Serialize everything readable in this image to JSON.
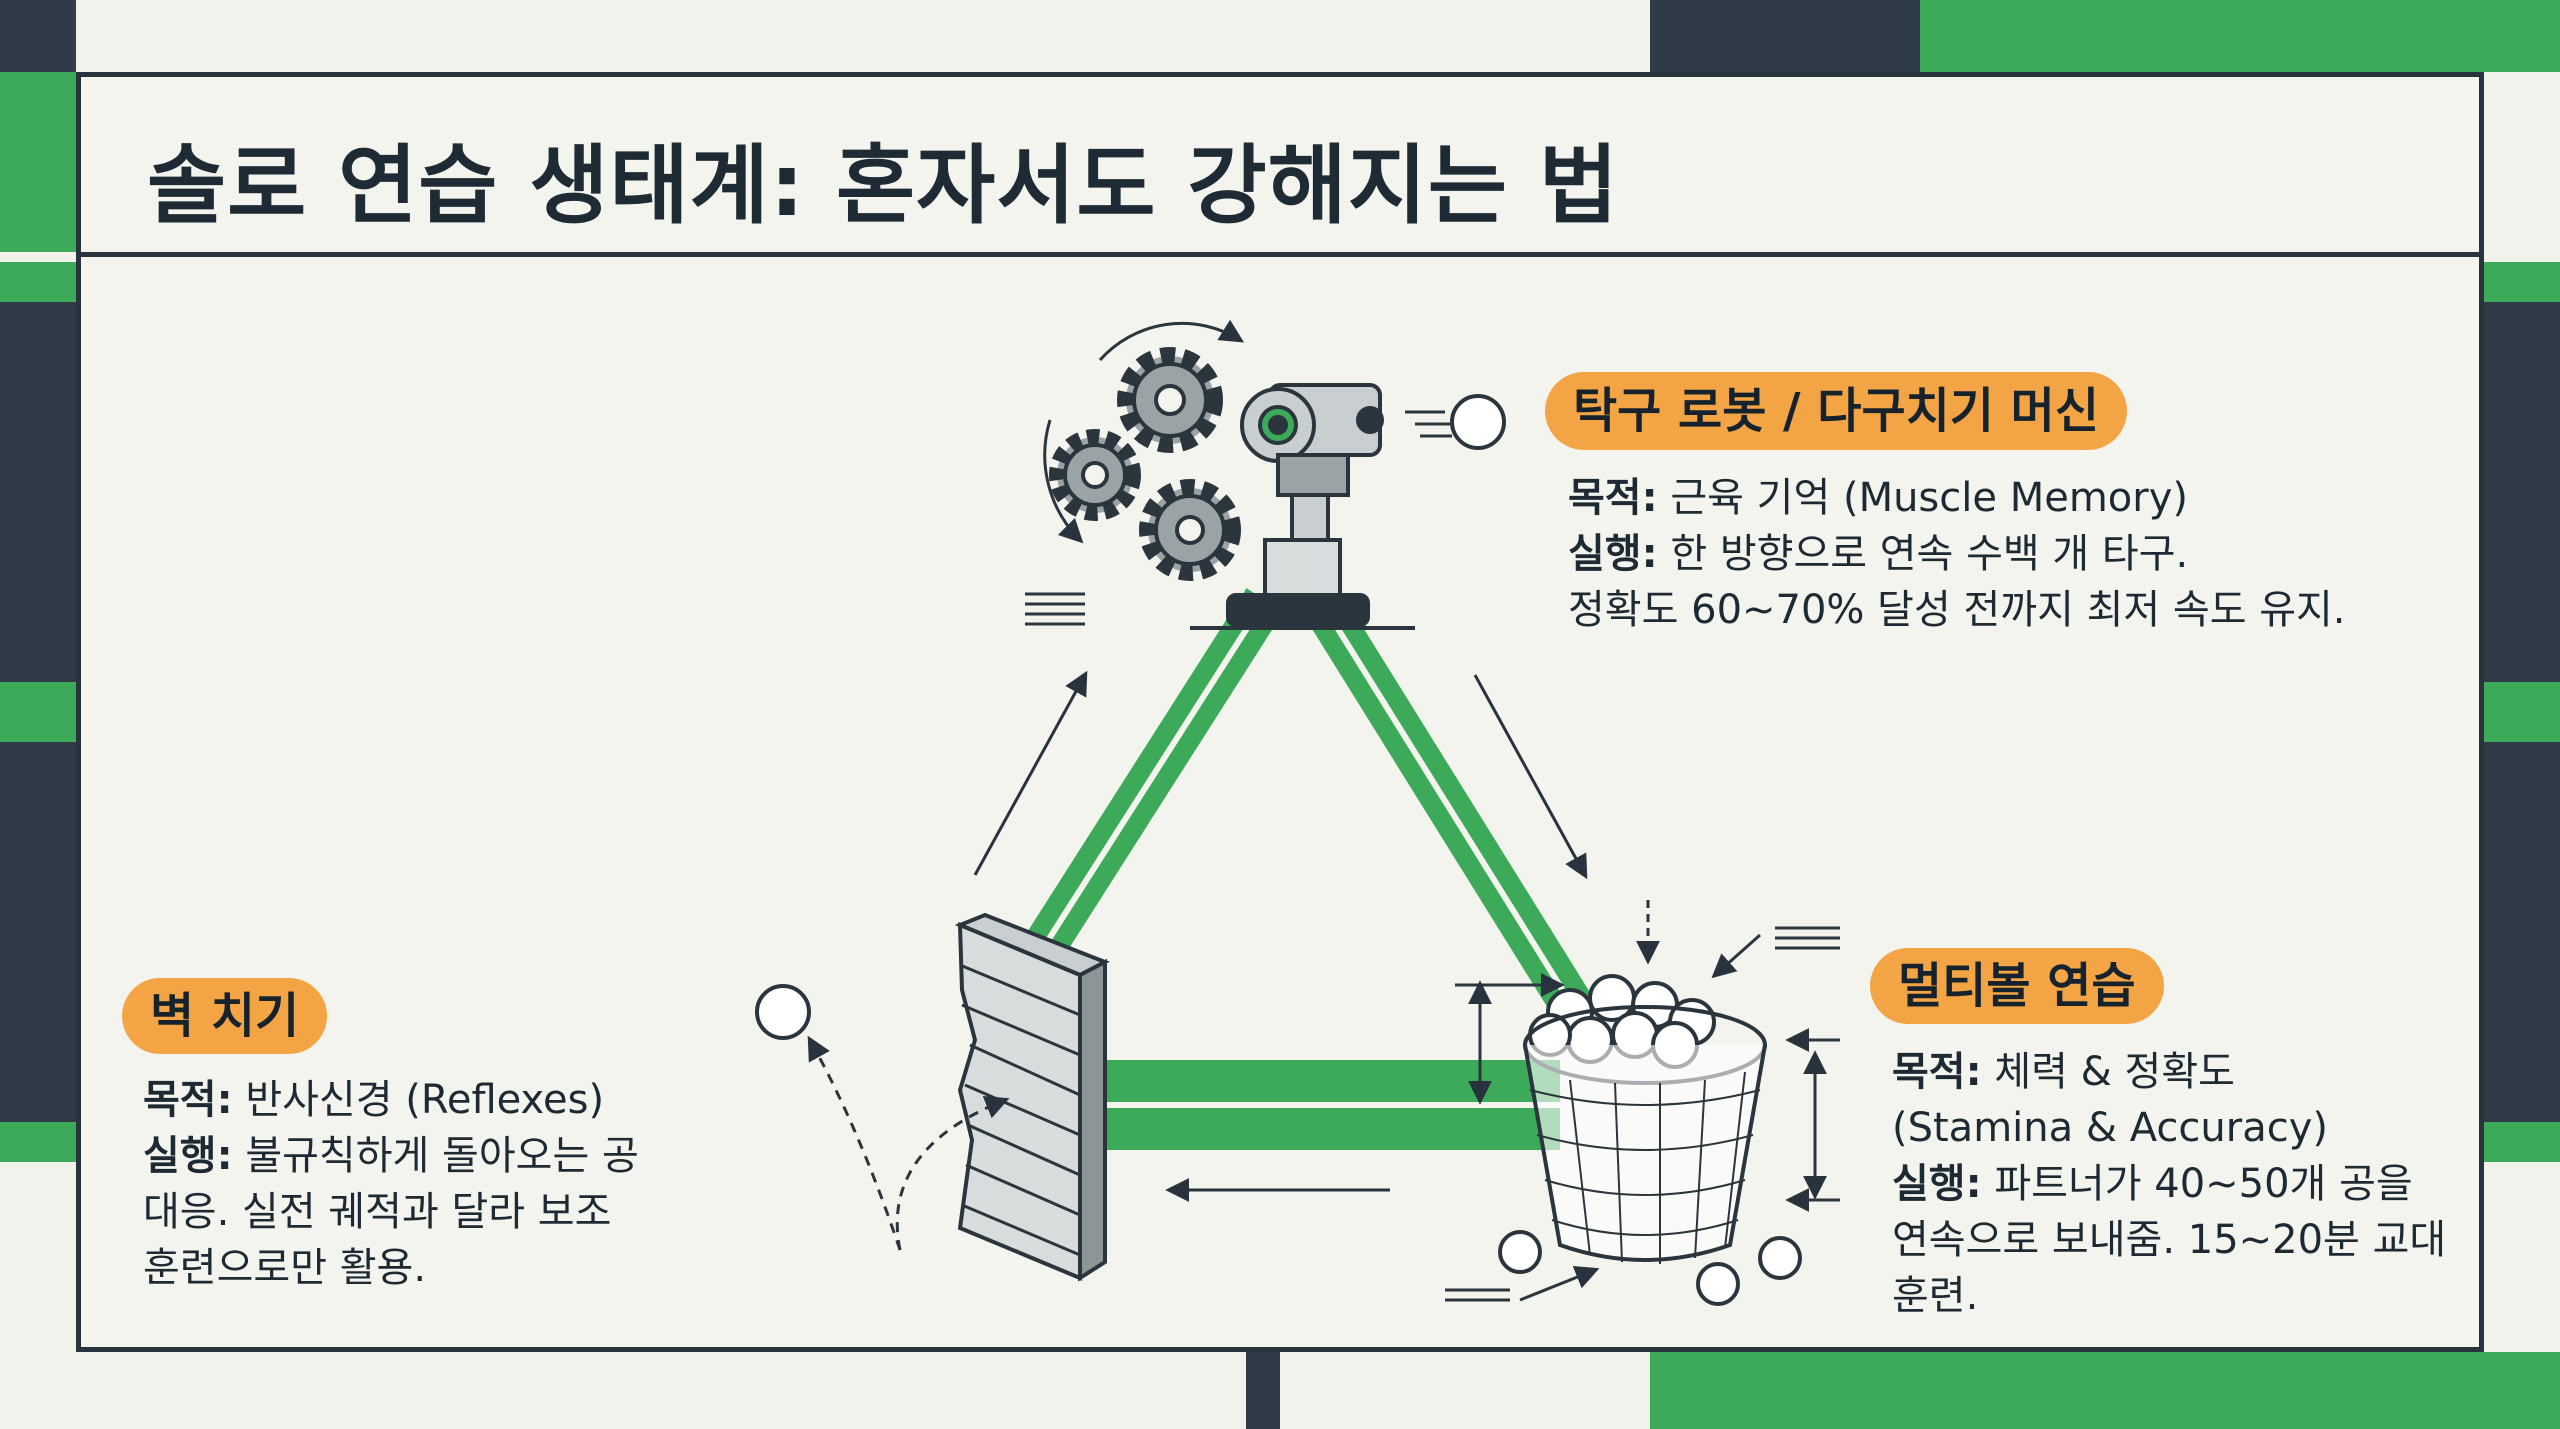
{
  "title": "솔로 연습 생태계: 혼자서도 강해지는 법",
  "colors": {
    "accent_green": "#3daa5a",
    "dark_navy": "#2f3b46",
    "label_orange": "#f3a545",
    "background": "#f1f2ec"
  },
  "robot": {
    "heading": "탁구 로봇 / 다구치기 머신",
    "purpose_key": "목적:",
    "purpose_val": "근육 기억 (Muscle Memory)",
    "action_key": "실행:",
    "action_line1": "한 방향으로 연속 수백 개 타구.",
    "action_line2": "정확도 60~70% 달성 전까지 최저 속도 유지."
  },
  "wall": {
    "heading": "벽 치기",
    "purpose_key": "목적:",
    "purpose_val": "반사신경 (Reflexes)",
    "action_key": "실행:",
    "action_line1": "불규칙하게 돌아오는 공",
    "action_line2": "대응. 실전 궤적과 달라 보조",
    "action_line3": "훈련으로만 활용."
  },
  "multiball": {
    "heading": "멀티볼 연습",
    "purpose_key": "목적:",
    "purpose_val1": "체력 & 정확도",
    "purpose_val2": "(Stamina & Accuracy)",
    "action_key": "실행:",
    "action_line1": "파트너가 40~50개 공을",
    "action_line2": "연속으로 보내줌. 15~20분 교대",
    "action_line3": "훈련."
  },
  "icons": [
    "gears-icon",
    "robot-launcher-icon",
    "brick-wall-icon",
    "ball-basket-icon",
    "ball-icon",
    "cycle-arrow-icon"
  ]
}
